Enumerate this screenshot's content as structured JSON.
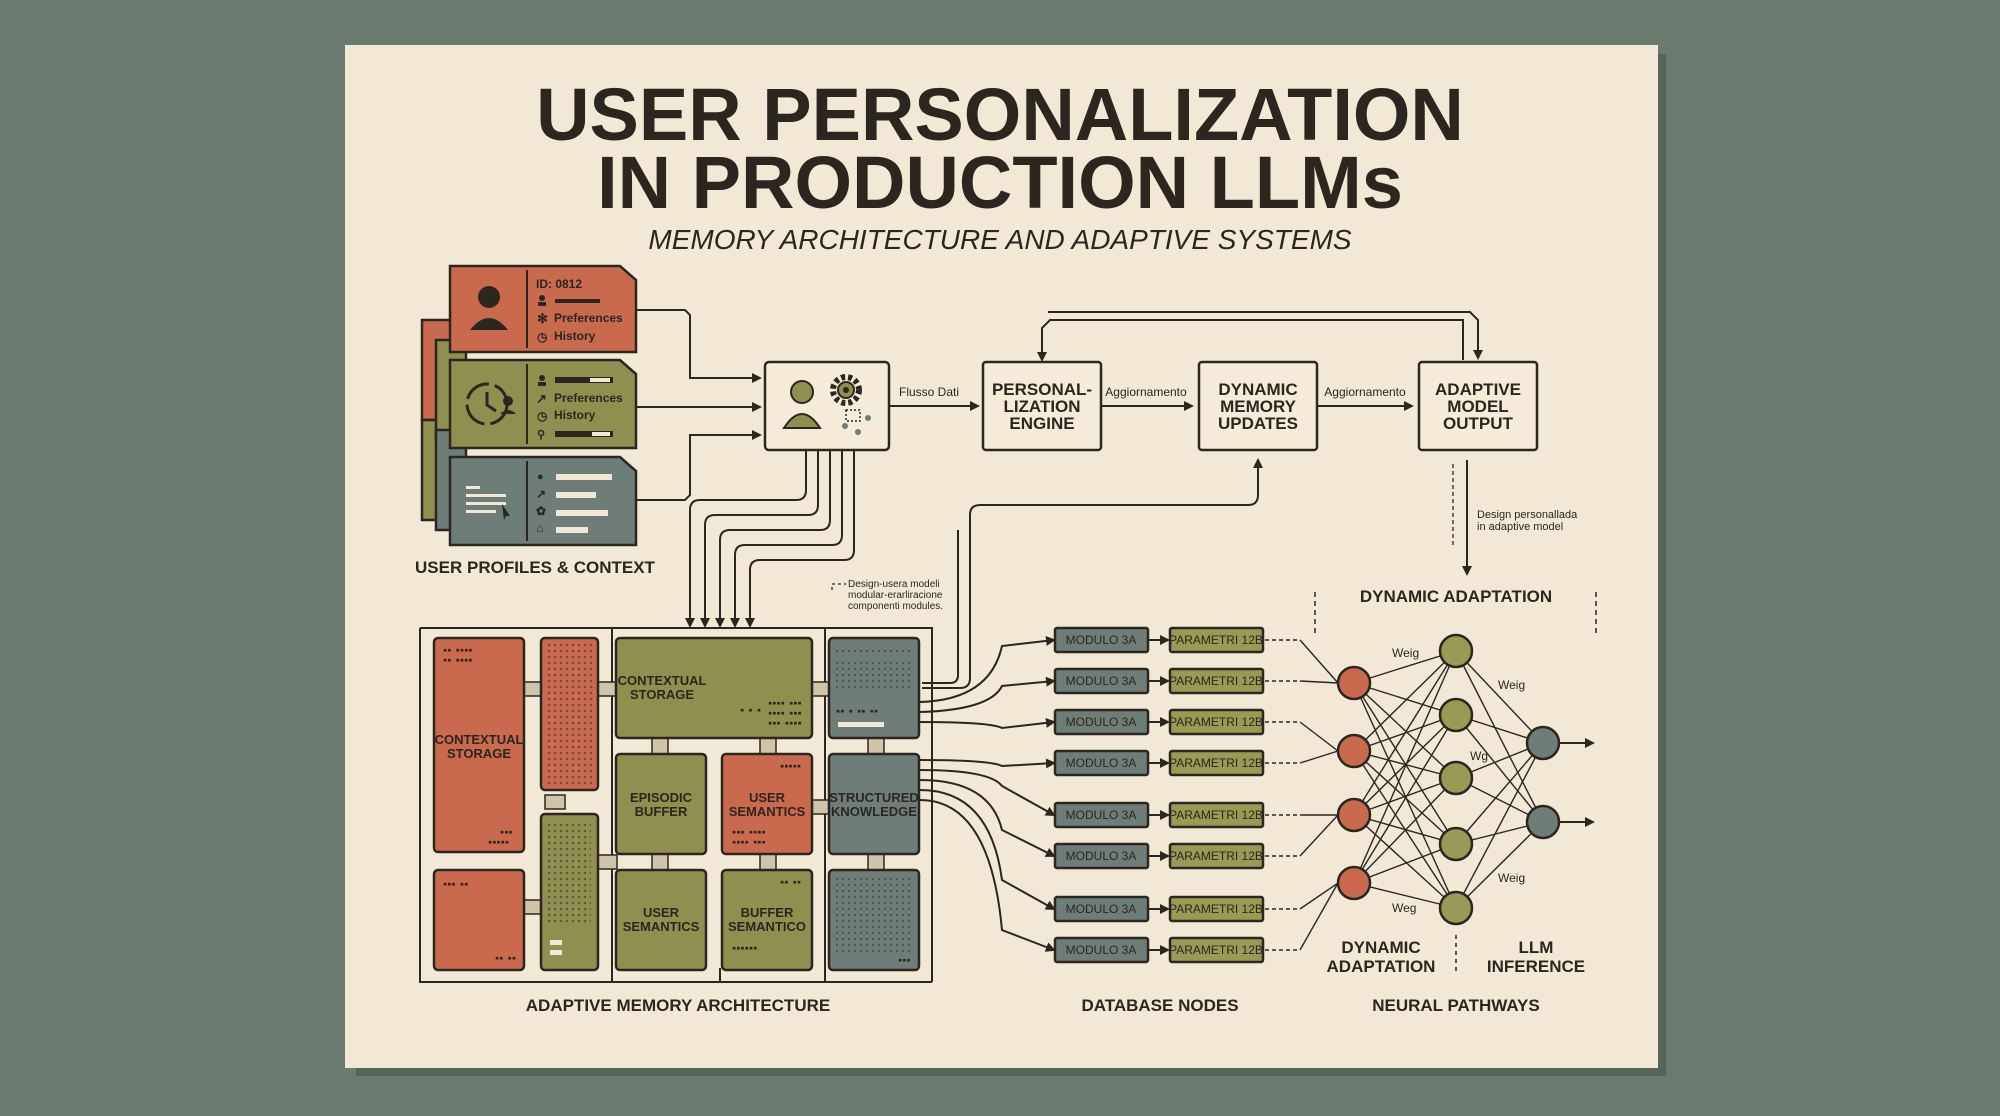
{
  "title": {
    "line1": "USER PERSONALIZATION",
    "line2": "IN PRODUCTION LLMs"
  },
  "subtitle": "MEMORY ARCHITECTURE AND ADAPTIVE SYSTEMS",
  "colors": {
    "background": "#6a7a6e",
    "paper": "#f2e8d6",
    "ink": "#2b2620",
    "red": "#c96a4e",
    "olive": "#8f8f4f",
    "slate": "#6f7d78",
    "node_olive": "#9a9a55"
  },
  "profile_cards": {
    "card1": {
      "id": "ID: 0812",
      "preferences": "Preferences",
      "history": "History"
    },
    "card2": {
      "preferences": "Preferences",
      "history": "History"
    },
    "group_label": "USER PROFILES & CONTEXT"
  },
  "flow": {
    "edge1": "Flusso Dati",
    "edge2": "Aggiornamento",
    "edge3": "Aggiornamento",
    "engine": [
      "PERSONAL-",
      "LIZATION",
      "ENGINE"
    ],
    "memory_updates": [
      "DYNAMIC",
      "MEMORY",
      "UPDATES"
    ],
    "adaptive_output": [
      "ADAPTIVE",
      "MODEL",
      "OUTPUT"
    ],
    "down_note": [
      "Design personallada",
      "in adaptive model"
    ]
  },
  "architecture": {
    "note": [
      "Design-usera modeli",
      "modular-erarliracione",
      "componenti modules."
    ],
    "contextual_storage_tall": [
      "CONTEXTUAL",
      "STORAGE"
    ],
    "contextual_storage": [
      "CONTEXTUAL",
      "STORAGE"
    ],
    "episodic_buffer": [
      "EPISODIC",
      "BUFFER"
    ],
    "user_semantics_top": [
      "USER",
      "SEMANTICS"
    ],
    "structured_knowledge": [
      "STRUCTURED",
      "KNOWLEDGE"
    ],
    "user_semantics_bottom": [
      "USER",
      "SEMANTICS"
    ],
    "buffer_semantico": [
      "BUFFER",
      "SEMANTICO"
    ],
    "label": "ADAPTIVE MEMORY ARCHITECTURE"
  },
  "database": {
    "rows": [
      {
        "module": "MODULO 3A",
        "param": "PARAMETRI 12B"
      },
      {
        "module": "MODULO 3A",
        "param": "PARAMETRI 12B"
      },
      {
        "module": "MODULO 3A",
        "param": "PARAMETRI 12B"
      },
      {
        "module": "MODULO 3A",
        "param": "PARAMETRI 12B"
      },
      {
        "module": "MODULO 3A",
        "param": "PARAMETRI 12B"
      },
      {
        "module": "MODULO 3A",
        "param": "PARAMETRI 12B"
      },
      {
        "module": "MODULO 3A",
        "param": "PARAMETRI 12B"
      },
      {
        "module": "MODULO 3A",
        "param": "PARAMETRI 12B"
      }
    ],
    "label": "DATABASE NODES"
  },
  "neural": {
    "header": "DYNAMIC ADAPTATION",
    "weights": [
      "Weig",
      "Weig",
      "Wg",
      "Weig",
      "Weg"
    ],
    "bottom_left": [
      "DYNAMIC",
      "ADAPTATION"
    ],
    "bottom_right": [
      "LLM",
      "INFERENCE"
    ],
    "label": "NEURAL PATHWAYS"
  }
}
